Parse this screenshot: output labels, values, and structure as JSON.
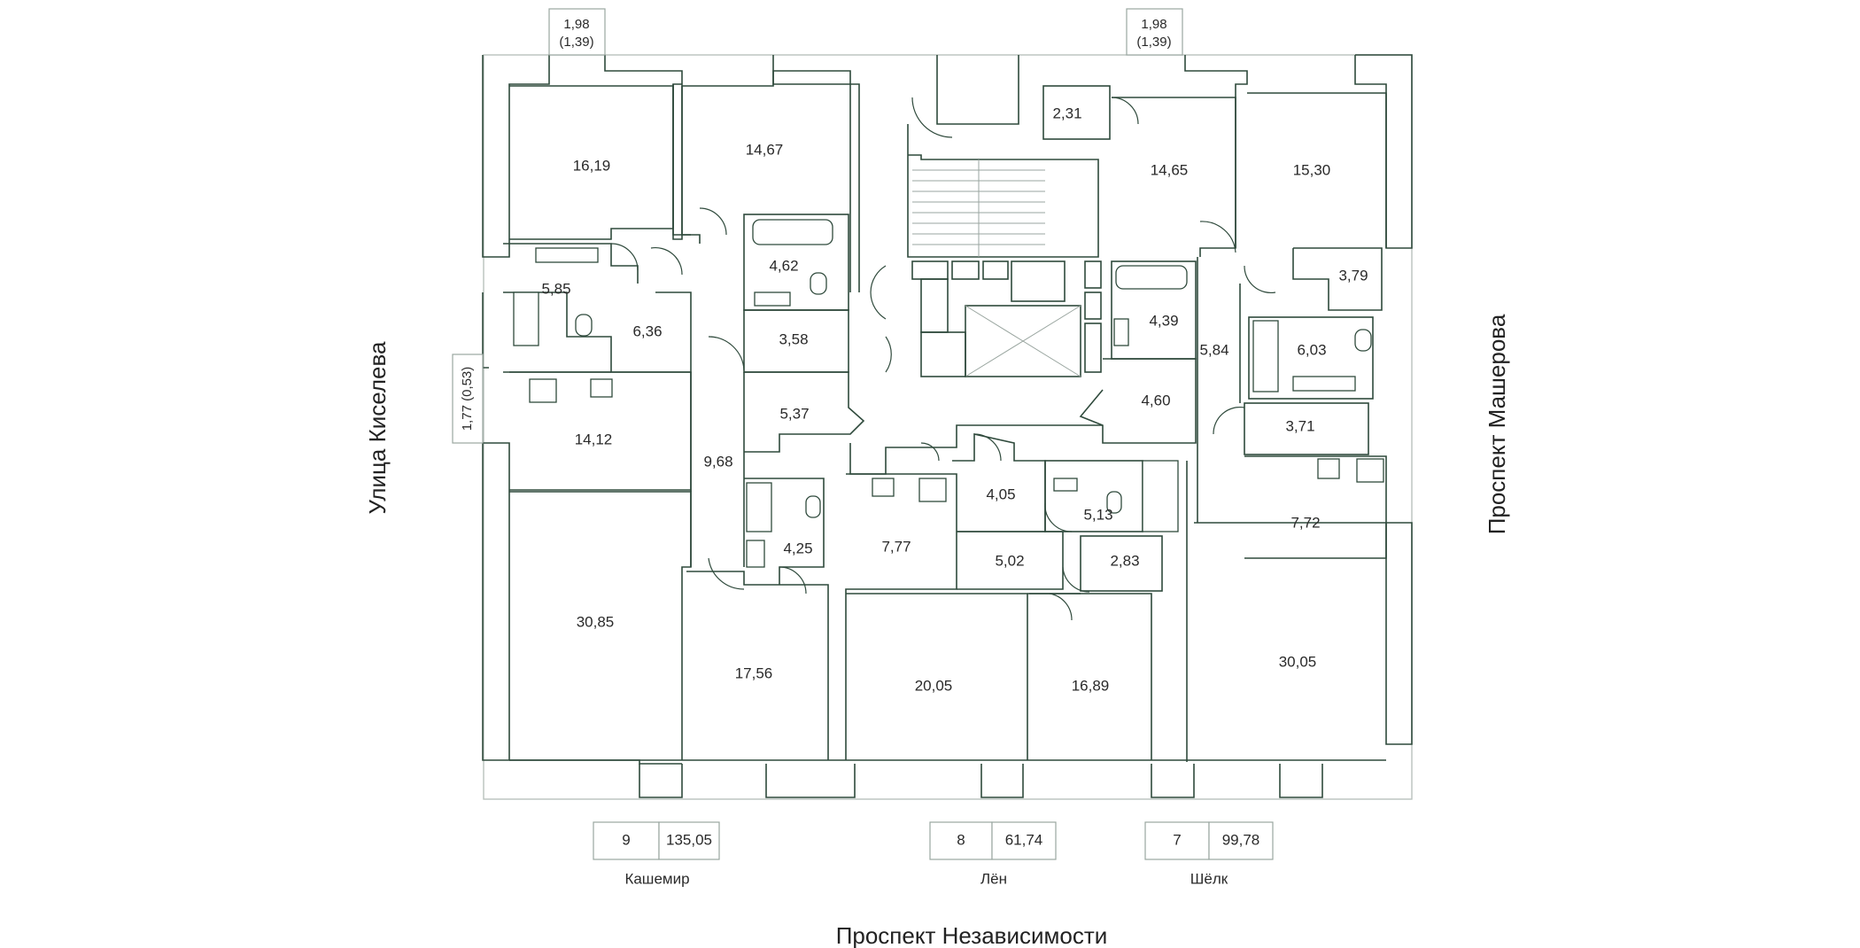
{
  "streets": {
    "left": "Улица Киселева",
    "right": "Проспект Машерова",
    "bottom": "Проспект Независимости"
  },
  "balconies": {
    "top_left": {
      "line1": "1,98",
      "line2": "(1,39)"
    },
    "top_right": {
      "line1": "1,98",
      "line2": "(1,39)"
    },
    "side_left": "1,77 (0,53)"
  },
  "rooms": [
    "16,19",
    "14,67",
    "5,85",
    "4,62",
    "6,36",
    "3,58",
    "14,12",
    "5,37",
    "9,68",
    "4,25",
    "30,85",
    "17,56",
    "2,31",
    "14,65",
    "15,30",
    "3,79",
    "4,39",
    "6,03",
    "5,84",
    "4,60",
    "3,71",
    "7,72",
    "7,77",
    "4,05",
    "5,13",
    "5,02",
    "2,83",
    "20,05",
    "16,89",
    "30,05"
  ],
  "apartments": [
    {
      "number": "9",
      "area": "135,05",
      "name": "Кашемир"
    },
    {
      "number": "8",
      "area": "61,74",
      "name": "Лён"
    },
    {
      "number": "7",
      "area": "99,78",
      "name": "Шёлк"
    }
  ],
  "colors": {
    "wall": "#2f4a3c",
    "outline": "#b9c2bd"
  }
}
